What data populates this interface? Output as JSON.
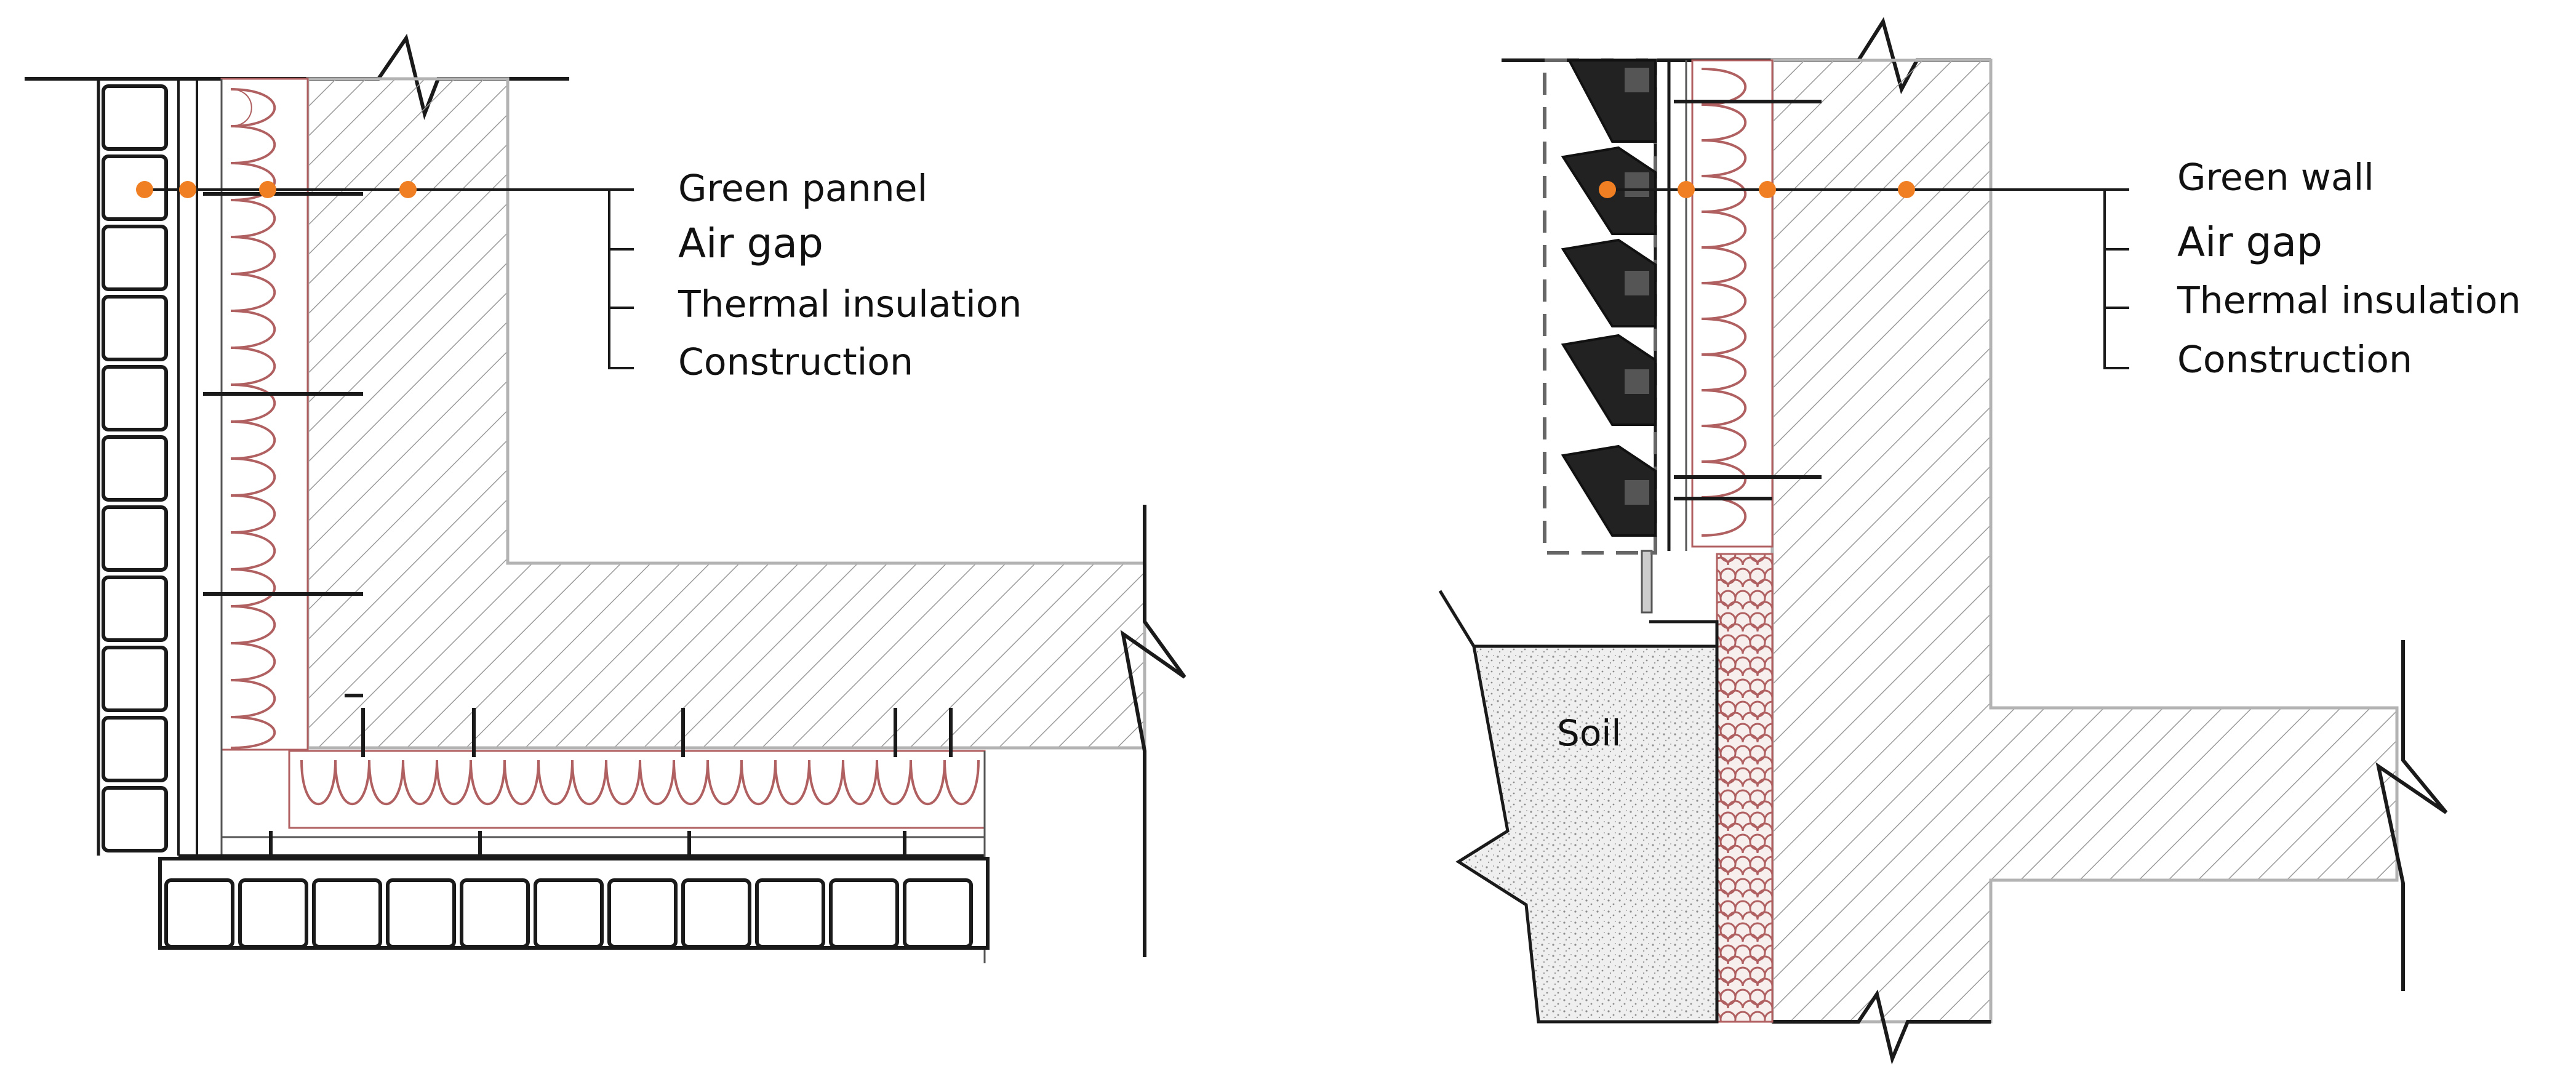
{
  "panels": [
    {
      "id": "left",
      "labels": [
        "Green pannel",
        "Air gap",
        "Thermal insulation",
        "Construction"
      ]
    },
    {
      "id": "right",
      "labels": [
        "Green wall",
        "Air gap",
        "Thermal insulation",
        "Construction"
      ],
      "soil_label": "Soil"
    }
  ],
  "colors": {
    "marker": "#f07f23",
    "insulation": "#b06060",
    "line": "#1a1a1a",
    "hatch": "#9a9a9a",
    "soil": "#eeeeee"
  }
}
